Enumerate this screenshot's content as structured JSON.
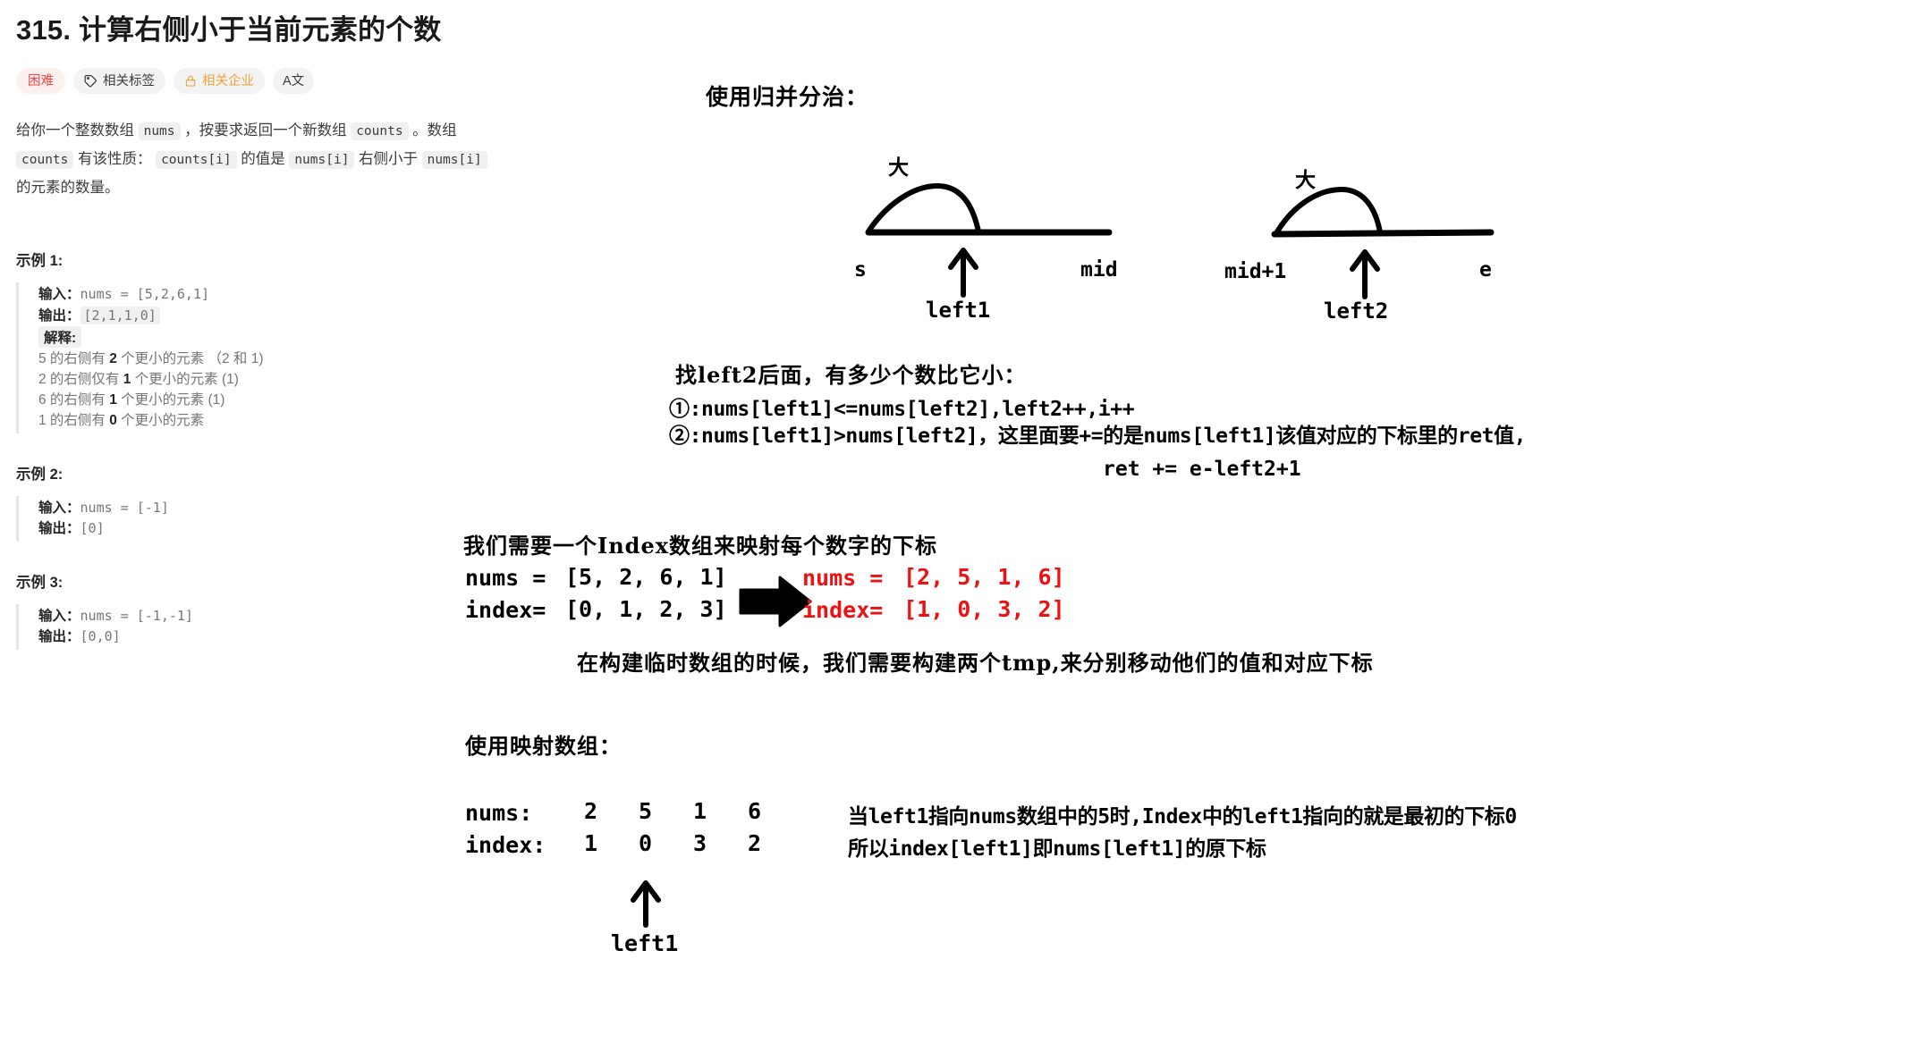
{
  "problem": {
    "title": "315. 计算右侧小于当前元素的个数",
    "chips": [
      {
        "label": "困难",
        "icon": null,
        "kind": "difficulty"
      },
      {
        "label": "相关标签",
        "icon": "tag-icon",
        "kind": "topics"
      },
      {
        "label": "相关企业",
        "icon": "lock-icon",
        "kind": "company"
      },
      {
        "label": "A文",
        "icon": "translate-icon",
        "kind": "translate"
      }
    ],
    "description": {
      "line1_a": "给你一个整数数组 ",
      "code1": "nums",
      "line1_b": " ，按要求返回一个新数组 ",
      "code2": "counts",
      "line1_c": " 。数组 ",
      "code3": "counts",
      "line1_d": " 有该性质： ",
      "code4": "counts[i]",
      "line1_e": " 的值是 ",
      "code5": "nums[i]",
      "line1_f": " 右侧小于 ",
      "code6": "nums[i]",
      "line1_g": " 的元素的数量。"
    },
    "examples": [
      {
        "title": "示例 1:",
        "input_label": "输入：",
        "input_value": "nums = [5,2,6,1]",
        "output_label": "输出：",
        "output_value": "[2,1,1,0]",
        "output_boxed": true,
        "explain_label": "解释:",
        "explain_lines": [
          {
            "pre": "5 的右侧有 ",
            "bold": "2",
            "post": " 个更小的元素 （2 和 1)"
          },
          {
            "pre": "2 的右侧仅有 ",
            "bold": "1",
            "post": " 个更小的元素 (1)"
          },
          {
            "pre": "6 的右侧有 ",
            "bold": "1",
            "post": " 个更小的元素 (1)"
          },
          {
            "pre": "1 的右侧有 ",
            "bold": "0",
            "post": " 个更小的元素"
          }
        ]
      },
      {
        "title": "示例 2:",
        "input_label": "输入：",
        "input_value": "nums = [-1]",
        "output_label": "输出：",
        "output_value": "[0]",
        "output_boxed": false,
        "explain_label": null,
        "explain_lines": []
      },
      {
        "title": "示例 3:",
        "input_label": "输入：",
        "input_value": "nums = [-1,-1]",
        "output_label": "输出：",
        "output_value": "[0,0]",
        "output_boxed": false,
        "explain_label": null,
        "explain_lines": []
      }
    ]
  },
  "notes": {
    "heading_merge": "使用归并分治：",
    "diagram_left": {
      "big_label": "大",
      "start_label": "s",
      "end_label": "mid",
      "pointer_label": "left1"
    },
    "diagram_right": {
      "big_label": "大",
      "start_label": "mid+1",
      "end_label": "e",
      "pointer_label": "left2"
    },
    "rules": {
      "title": "找left2后面，有多少个数比它小：",
      "case1": "①:nums[left1]<=nums[left2],left2++,i++",
      "case2": "②:nums[left1]>nums[left2]，这里面要+=的是nums[left1]该值对应的下标里的ret值,",
      "formula": "ret += e-left2+1"
    },
    "index_section": {
      "title": "我们需要一个Index数组来映射每个数字的下标",
      "before": {
        "nums_label": "nums =",
        "nums_value": "[5, 2, 6, 1]",
        "index_label": "index=",
        "index_value": "[0, 1, 2, 3]"
      },
      "arrow": "right-arrow-icon",
      "after": {
        "nums_label": "nums =",
        "nums_value": "[2, 5, 1, 6]",
        "index_label": "index=",
        "index_value": "[1, 0, 3, 2]"
      },
      "note": "在构建临时数组的时候，我们需要构建两个tmp,来分别移动他们的值和对应下标"
    },
    "mapping_section": {
      "heading": "使用映射数组：",
      "nums_label": "nums:",
      "nums_values": [
        "2",
        "5",
        "1",
        "6"
      ],
      "index_label": "index:",
      "index_values": [
        "1",
        "0",
        "3",
        "2"
      ],
      "pointer_label": "left1",
      "explain_line1": "当left1指向nums数组中的5时,Index中的left1指向的就是最初的下标0",
      "explain_line2": "所以index[left1]即nums[left1]的原下标"
    }
  },
  "colors": {
    "accent_red": "#ee1111",
    "difficulty_red": "#ef4743",
    "company_orange": "#f0a33a",
    "chip_bg": "#f3f3f3",
    "code_bg": "#f0f0f0",
    "text": "#3c3c3c"
  }
}
